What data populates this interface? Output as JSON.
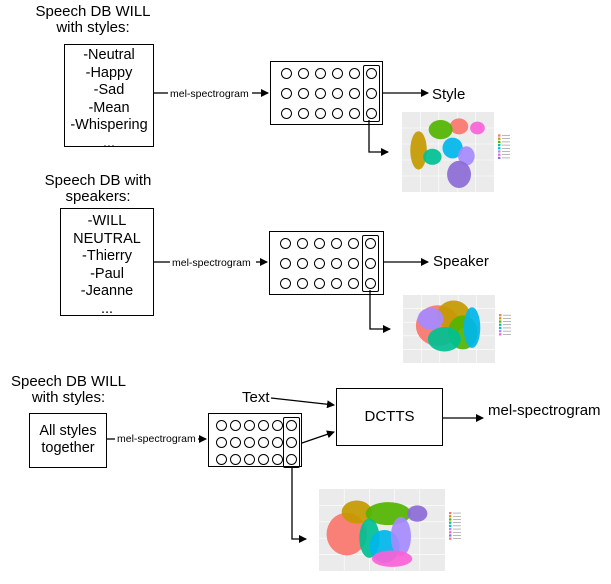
{
  "section1": {
    "heading_line1": "Speech DB WILL",
    "heading_line2": "with styles:",
    "items": [
      "-Neutral",
      "-Happy",
      "-Sad",
      "-Mean",
      "-Whispering",
      "..."
    ],
    "arrow_label": "mel-spectrogram",
    "output_label": "Style"
  },
  "section2": {
    "heading_line1": "Speech DB with",
    "heading_line2": "speakers:",
    "items": [
      "-WILL",
      "NEUTRAL",
      "-Thierry",
      "-Paul",
      "-Jeanne",
      "..."
    ],
    "arrow_label": "mel-spectrogram",
    "output_label": "Speaker"
  },
  "section3": {
    "heading_line1": "Speech DB WILL",
    "heading_line2": "with styles:",
    "box_line1": "All styles",
    "box_line2": "together",
    "arrow_label": "mel-spectrogram",
    "text_label": "Text",
    "model_label": "DCTTS",
    "output_label": "mel-spectrogram"
  },
  "colors": {
    "line": "#000000",
    "plot_bg": "#ebebeb",
    "cluster_palette": [
      "#f8766d",
      "#c49a00",
      "#53b400",
      "#00c094",
      "#00b6eb",
      "#a58aff",
      "#fb61d7",
      "#8c6bd6"
    ]
  }
}
